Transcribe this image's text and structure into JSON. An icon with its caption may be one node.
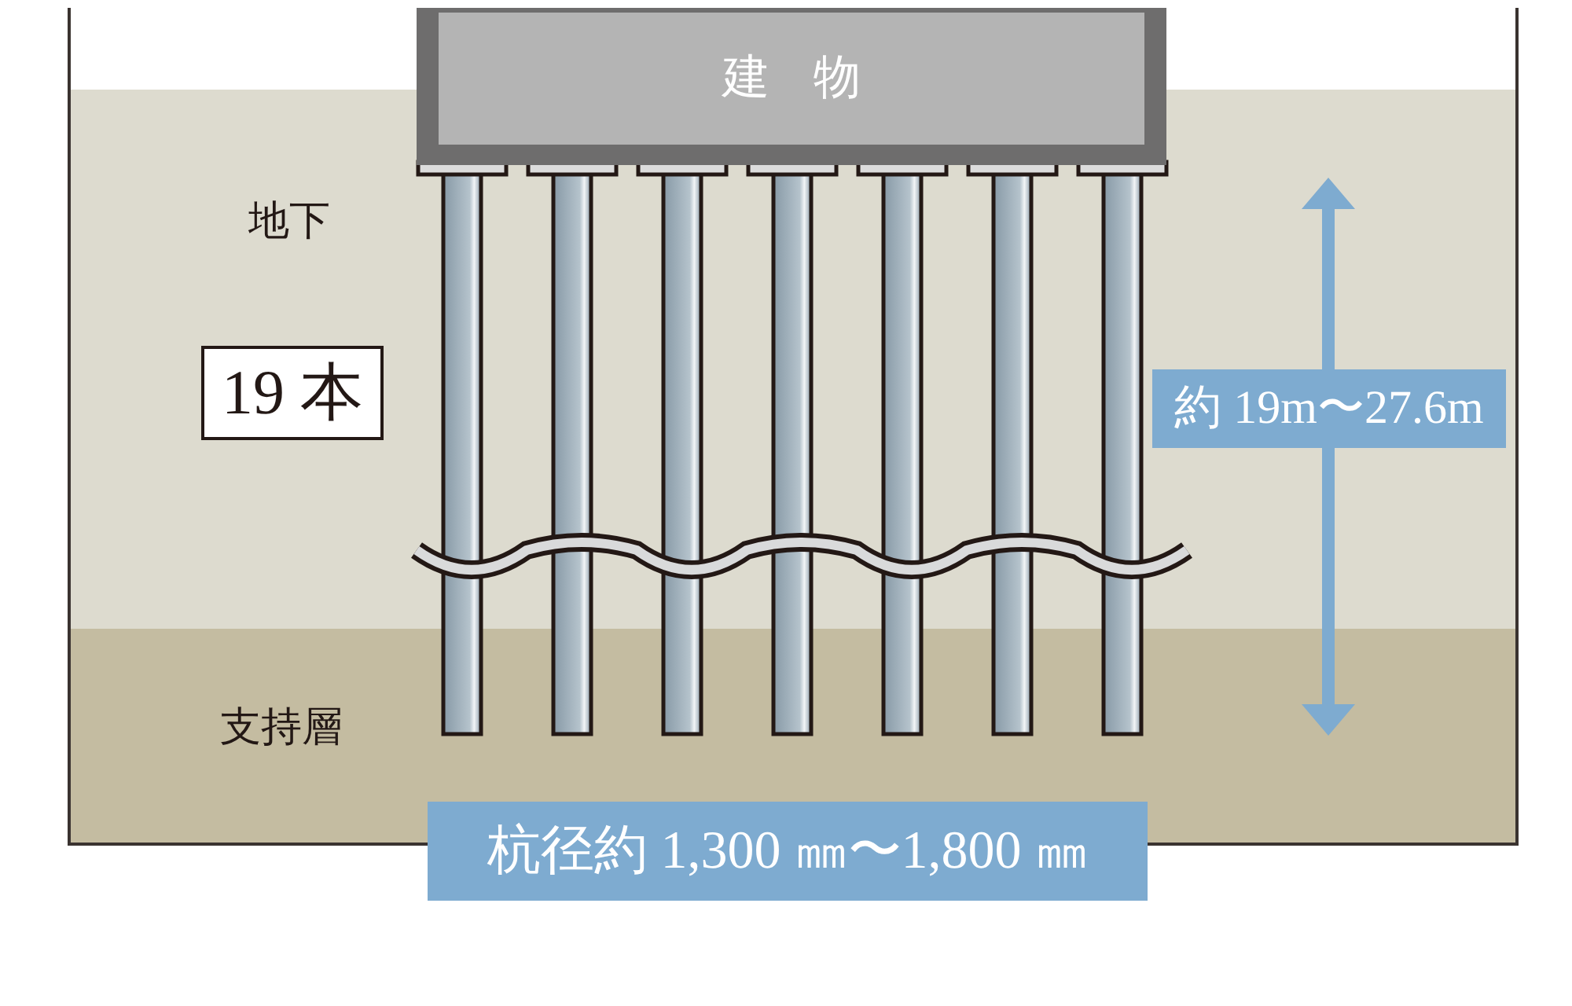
{
  "diagram": {
    "nodes": [
      {
        "text": [
          "建物"
        ]
      },
      {
        "text": [
          "19 本"
        ]
      },
      {
        "text": [
          "約 19m〜27.6m"
        ]
      },
      {
        "text": [
          "杭径約 1,300 ㎜〜1,800 ㎜"
        ]
      }
    ],
    "labels": [
      "地下",
      "支持層"
    ]
  }
}
